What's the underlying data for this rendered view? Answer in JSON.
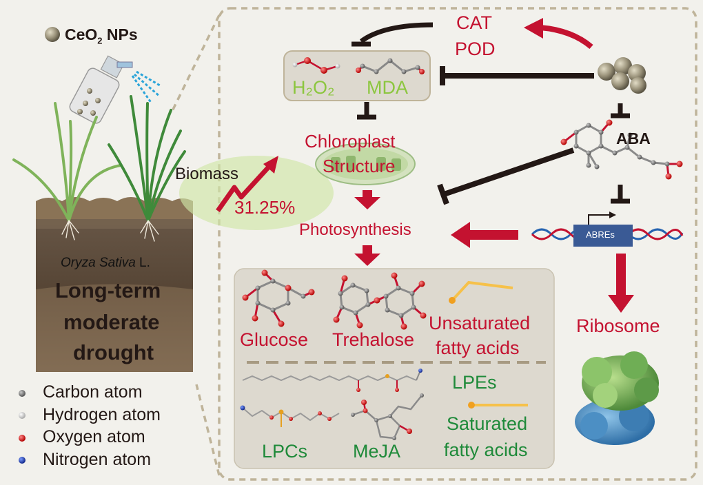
{
  "nanoparticle_label": "CeO",
  "nanoparticle_subscript": "2",
  "nanoparticle_suffix": " NPs",
  "plant": {
    "species": "Oryza Sativa",
    "species_suffix": " L.",
    "condition_line1": "Long-term",
    "condition_line2": "moderate",
    "condition_line3": "drought"
  },
  "biomass": {
    "label": "Biomass",
    "value": "31.25%"
  },
  "enzymes": {
    "cat": "CAT",
    "pod": "POD"
  },
  "ros": {
    "h2o2": "H₂O₂",
    "mda": "MDA"
  },
  "chloroplast": {
    "line1": "Chloroplast",
    "line2": "Structure"
  },
  "photosynthesis": "Photosynthesis",
  "aba": "ABA",
  "abres": "ABREs",
  "ribosome": "Ribosome",
  "metabolites": {
    "glucose": "Glucose",
    "trehalose": "Trehalose",
    "unsat_line1": "Unsaturated",
    "unsat_line2": "fatty acids",
    "lpes": "LPEs",
    "lpcs": "LPCs",
    "meja": "MeJA",
    "sat_line1": "Saturated",
    "sat_line2": "fatty acids"
  },
  "legend": [
    {
      "label": "Carbon atom",
      "color": "#6d6e70"
    },
    {
      "label": "Hydrogen atom",
      "color": "#d9d9d9"
    },
    {
      "label": "Oxygen atom",
      "color": "#d7191c"
    },
    {
      "label": "Nitrogen atom",
      "color": "#1f3fb0"
    }
  ],
  "colors": {
    "red": "#c41230",
    "light_green": "#8cc63f",
    "dark_green": "#1f8a3a",
    "inhibit": "#231815",
    "box": "#ddd9cf",
    "frame": "#bfb49a"
  }
}
